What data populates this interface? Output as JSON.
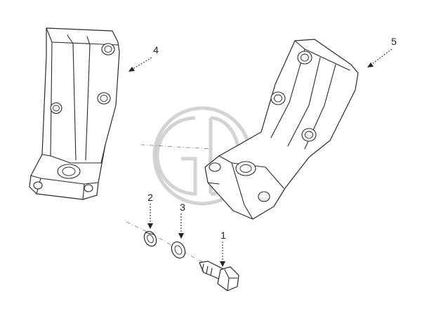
{
  "diagram": {
    "callouts": [
      {
        "id": "1",
        "label": "1"
      },
      {
        "id": "2",
        "label": "2"
      },
      {
        "id": "3",
        "label": "3"
      },
      {
        "id": "4",
        "label": "4"
      },
      {
        "id": "5",
        "label": "5"
      }
    ],
    "parts": [
      {
        "callout": "1",
        "icon": "hex-bolt-icon"
      },
      {
        "callout": "2",
        "icon": "spring-washer-icon"
      },
      {
        "callout": "3",
        "icon": "flat-washer-icon"
      },
      {
        "callout": "4",
        "icon": "mounting-bracket-left-icon"
      },
      {
        "callout": "5",
        "icon": "mounting-bracket-right-icon"
      }
    ],
    "watermark": {
      "icon": "gd-watermark-logo"
    },
    "colors": {
      "line": "#2a2a2a",
      "watermark": "#c8c8c8",
      "background": "#ffffff"
    }
  }
}
